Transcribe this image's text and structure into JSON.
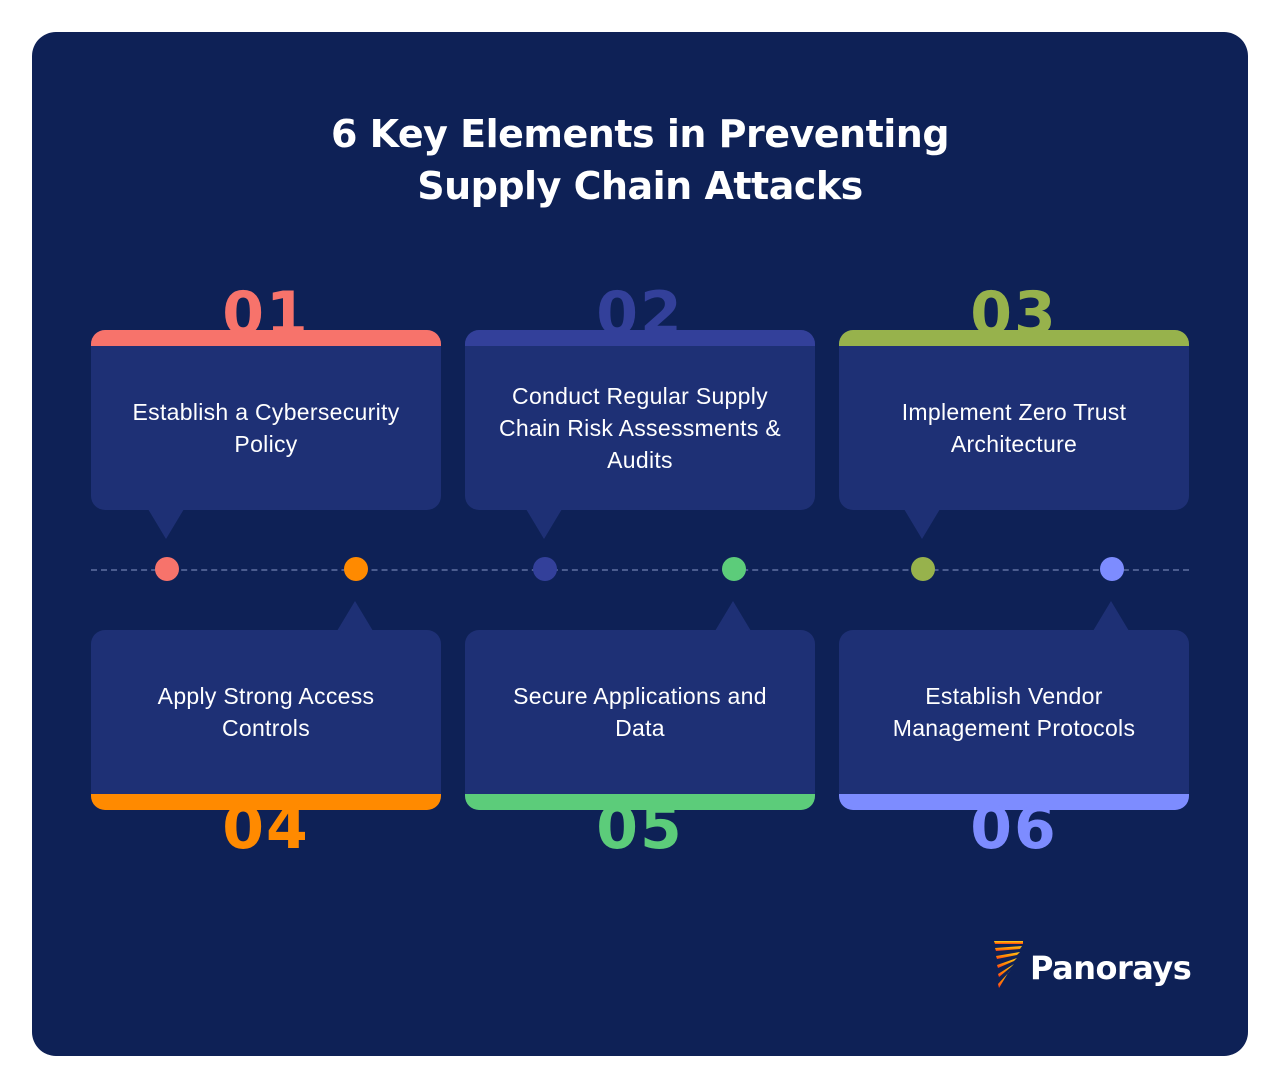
{
  "title": {
    "line1": "6 Key Elements in Preventing",
    "line2": "Supply Chain Attacks"
  },
  "steps": [
    {
      "number": "01",
      "text": "Establish a Cybersecurity Policy",
      "color": "#f7736b"
    },
    {
      "number": "02",
      "text": "Conduct Regular Supply Chain Risk Assessments & Audits",
      "color": "#33409a"
    },
    {
      "number": "03",
      "text": "Implement Zero Trust Architecture",
      "color": "#97b24c"
    },
    {
      "number": "04",
      "text": "Apply Strong Access Controls",
      "color": "#ff8a00"
    },
    {
      "number": "05",
      "text": "Secure Applications and Data",
      "color": "#5ccc7a"
    },
    {
      "number": "06",
      "text": "Establish Vendor Management Protocols",
      "color": "#7d8cff"
    }
  ],
  "timeline_dot_colors": [
    "#f7736b",
    "#ff8a00",
    "#33409a",
    "#5ccc7a",
    "#97b24c",
    "#7d8cff"
  ],
  "colors": {
    "background": "#0e2156",
    "card": "#1e3075"
  },
  "logo": {
    "name": "Panorays",
    "icon": "panorays-logo-icon"
  }
}
